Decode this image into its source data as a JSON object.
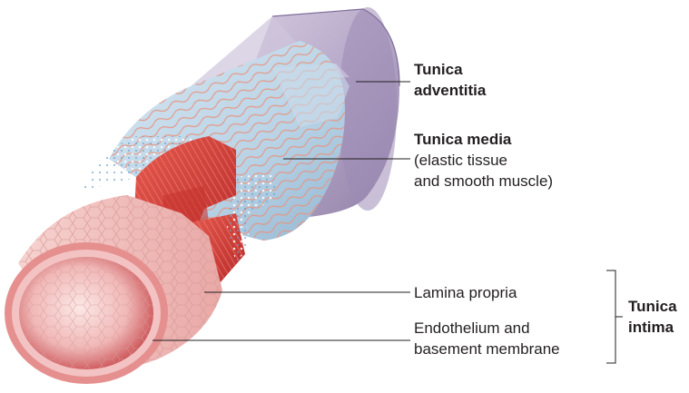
{
  "labels": {
    "tunica_adventitia": {
      "line1": "Tunica",
      "line2": "adventitia"
    },
    "tunica_media": {
      "title": "Tunica media",
      "line1": "(elastic tissue",
      "line2": "and smooth muscle)"
    },
    "lamina_propria": "Lamina propria",
    "endothelium": {
      "line1": "Endothelium and",
      "line2": "basement membrane"
    },
    "tunica_intima": {
      "line1": "Tunica",
      "line2": "intima"
    }
  },
  "colors": {
    "adventitia": "#b7a9c9",
    "media": "#b9d3e6",
    "elastic_fiber": "#e8937e",
    "smooth_muscle": "#d63a36",
    "intima_lumen": "#f3c3c3",
    "lumen_dark": "#c94b4f",
    "leader_line": "#231f20"
  }
}
